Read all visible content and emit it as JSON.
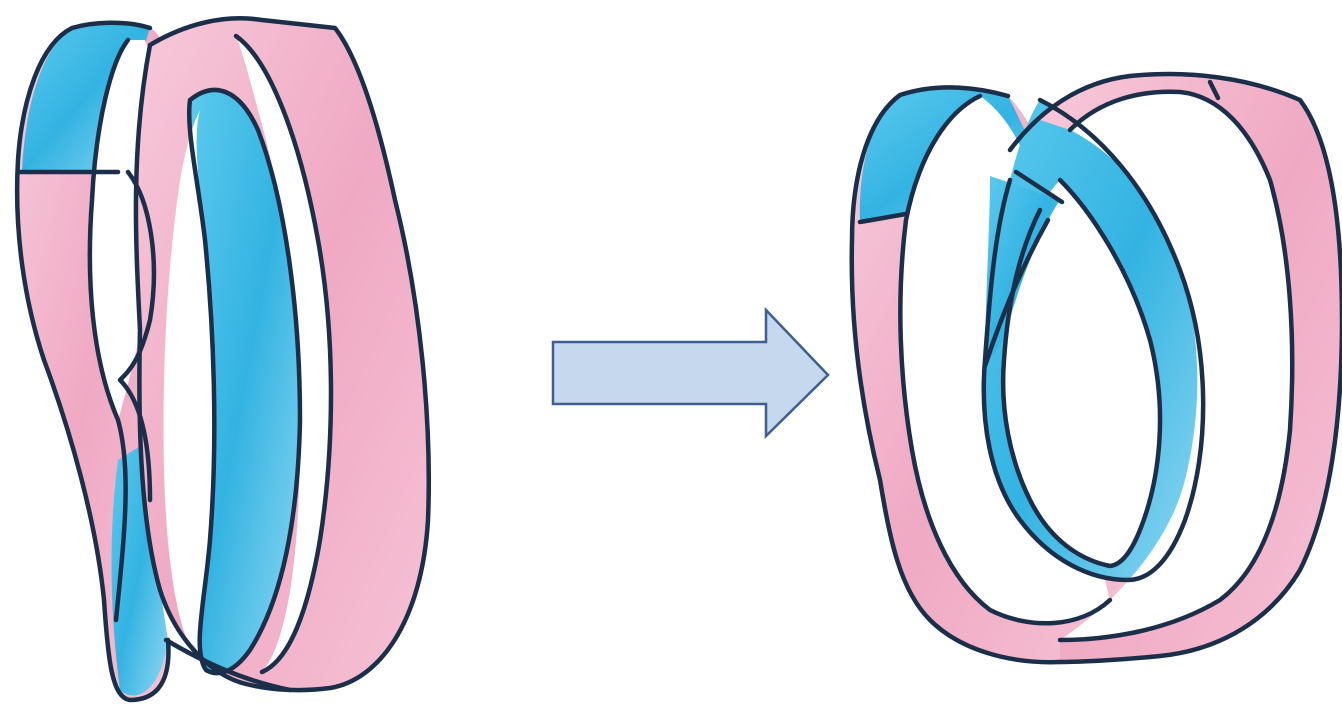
{
  "colors": {
    "background": "#ffffff",
    "outline": "#1c2f4a",
    "band_pink": "#f2b4cc",
    "band_blue": "#49bde6",
    "arrow_fill": "#c5d8ee",
    "arrow_stroke": "#3f5f8f"
  },
  "figures": [
    {
      "name": "stacked-band-loops",
      "shape": "two twisted pink-blue bands stacked vertically"
    },
    {
      "name": "interlinked-band-loops",
      "shape": "two pink-blue bands linked together"
    }
  ],
  "connector": {
    "icon": "right-arrow-icon",
    "direction": "right"
  }
}
